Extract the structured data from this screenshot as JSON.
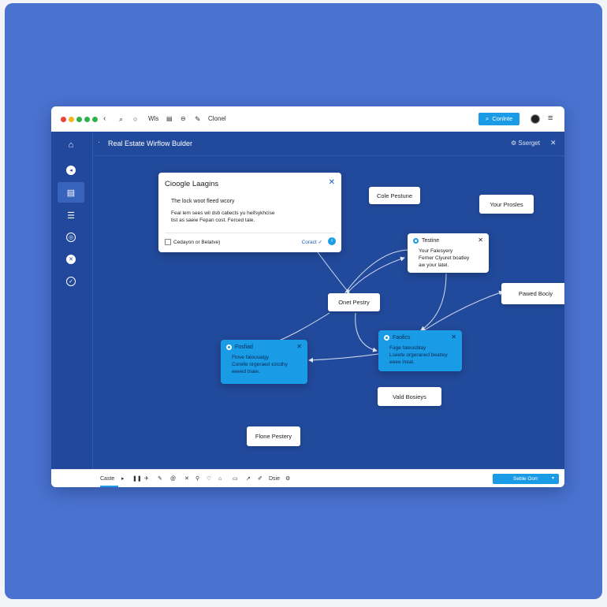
{
  "toolbar": {
    "traffic_colors": [
      "#e8443a",
      "#f5b21e",
      "#2fb24a",
      "#2fb24a",
      "#2fb24a"
    ],
    "back_icon": "chevron-left-icon",
    "items": [
      "Wls",
      "Clonel"
    ],
    "button_label": "Conlnte",
    "menu_icon": "hamburger-icon"
  },
  "sidebar": {
    "items": [
      {
        "icon": "home-icon"
      },
      {
        "icon": "arrow-circle-icon"
      },
      {
        "icon": "document-icon",
        "active": true
      },
      {
        "icon": "list-icon"
      },
      {
        "icon": "target-icon"
      },
      {
        "icon": "settings-icon"
      },
      {
        "icon": "check-circle-icon"
      }
    ]
  },
  "canvas": {
    "title": "Real Estate Wirflow Bulder",
    "right_label": "Sserget",
    "accent": "#1a9be6",
    "background": "#224a9c"
  },
  "google_card": {
    "title": "Cioogle Laagins",
    "line1": "The lock woot fleed wcory",
    "line2": "Feal lem sees wil dsb callects yu heifsykhcise",
    "line3": "tist as saeie Fepan cost. Ferced tale.",
    "footer_left": "Cedayon or Belatve)",
    "footer_right": "Coract"
  },
  "nodes": {
    "cole": "Cole Pestune",
    "your": "Your Prosles",
    "onet": "Onet Pestry",
    "paved": "Pawed Bociy",
    "vald": "Vald Bosieys",
    "flone": "Flone Pestery"
  },
  "card_right": {
    "title": "Testine",
    "lines": [
      "Your Falesyery",
      "Ferner Clyuret boatley",
      "aw your latel."
    ]
  },
  "card_blue_left": {
    "title": "Fosfiad",
    "lines": [
      "Flove falousalgy",
      "Corelle orgeraed ezcdhy",
      "eeeed tnaie."
    ]
  },
  "card_blue_center": {
    "title": "Faofics",
    "lines": [
      "Fage fateusblay",
      "Lseete orgeraned beatley",
      "eeee ineal."
    ]
  },
  "bottombar": {
    "items": [
      "Caste",
      "Dsie"
    ],
    "button_label": "Seble Oorr"
  }
}
